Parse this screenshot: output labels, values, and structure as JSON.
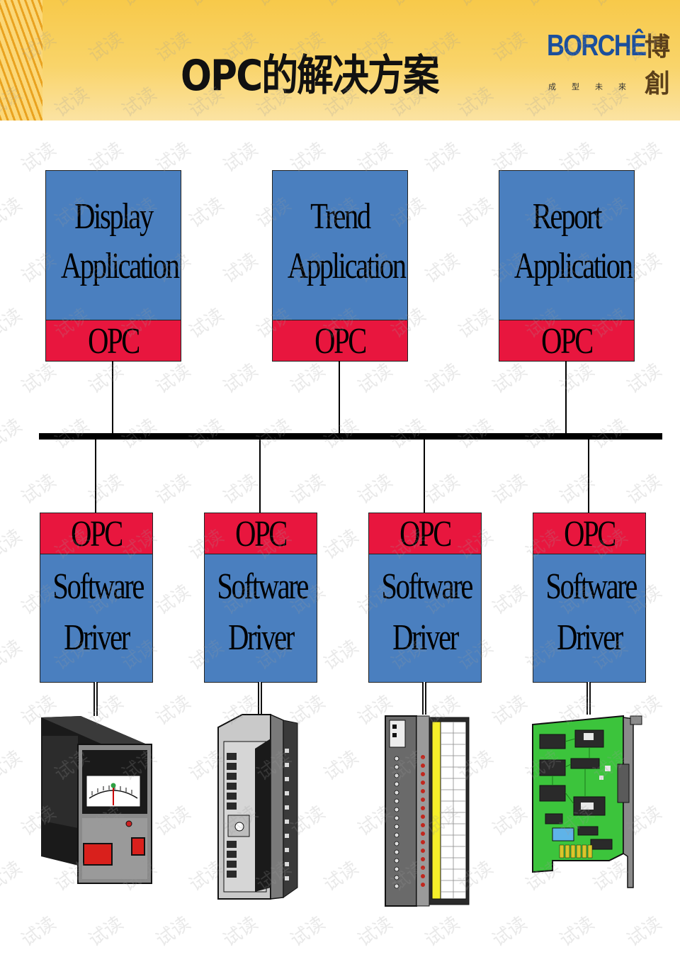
{
  "header": {
    "title": "OPC的解决方案",
    "logo_text": "BORCHÊ",
    "logo_subtitle": "成型未來",
    "logo_vertical": "博創"
  },
  "applications": [
    {
      "name": "Display\nApplication",
      "interface": "OPC"
    },
    {
      "name": "Trend\nApplication",
      "interface": "OPC"
    },
    {
      "name": "Report\nApplication",
      "interface": "OPC"
    }
  ],
  "drivers": [
    {
      "interface": "OPC",
      "name": "Software\nDriver"
    },
    {
      "interface": "OPC",
      "name": "Software\nDriver"
    },
    {
      "interface": "OPC",
      "name": "Software\nDriver"
    },
    {
      "interface": "OPC",
      "name": "Software\nDriver"
    }
  ],
  "watermark": "试读",
  "colors": {
    "header_gold": "#f7c94a",
    "box_blue": "#4a7fbf",
    "opc_red": "#e8163e",
    "logo_blue": "#1b4f9c"
  }
}
